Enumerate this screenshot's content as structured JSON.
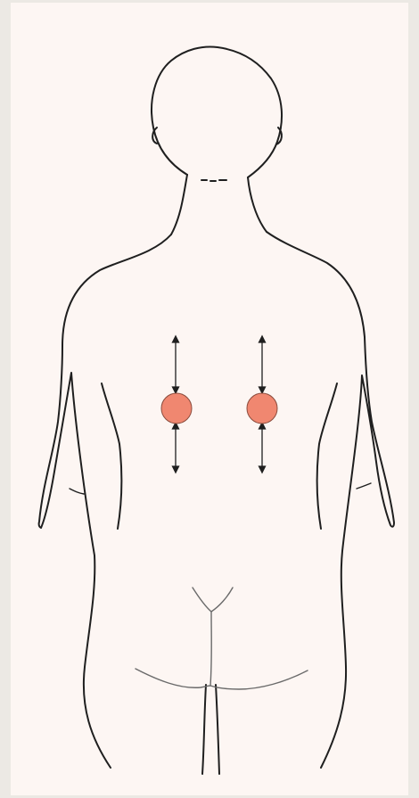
{
  "figure": {
    "subject": "back-of-body",
    "marker_color": "#f08770",
    "marker_stroke": "#8a4b3c",
    "outline_color": "#1f1f1f",
    "background_color": "#fdf6f3",
    "markers": [
      {
        "name": "left-marker",
        "arrows": [
          "up",
          "down"
        ]
      },
      {
        "name": "right-marker",
        "arrows": [
          "up",
          "down"
        ]
      }
    ]
  }
}
